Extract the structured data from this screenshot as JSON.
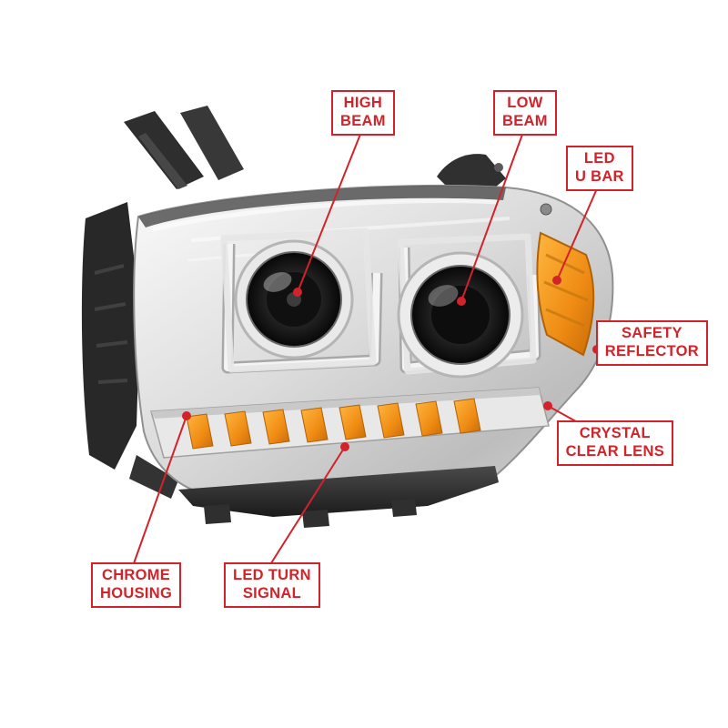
{
  "colors": {
    "accent": "#d2232a",
    "amber": "#ef8c14",
    "chrome_light": "#f2f2f2",
    "chrome_dark": "#9a9a9a",
    "black_part": "#262626"
  },
  "callouts": [
    {
      "id": "high-beam",
      "label": "HIGH\nBEAM"
    },
    {
      "id": "low-beam",
      "label": "LOW\nBEAM"
    },
    {
      "id": "led-u-bar",
      "label": "LED\nU BAR"
    },
    {
      "id": "safety-reflector",
      "label": "SAFETY\nREFLECTOR"
    },
    {
      "id": "crystal-clear-lens",
      "label": "CRYSTAL\nCLEAR LENS"
    },
    {
      "id": "chrome-housing",
      "label": "CHROME\nHOUSING"
    },
    {
      "id": "led-turn-signal",
      "label": "LED TURN\nSIGNAL"
    }
  ]
}
